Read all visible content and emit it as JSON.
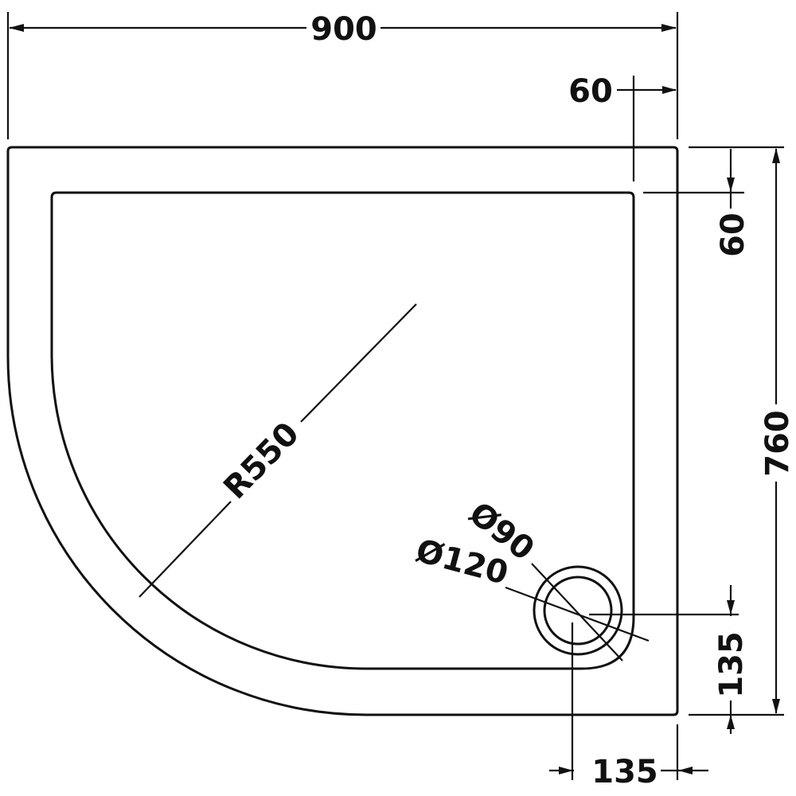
{
  "dimensions": {
    "overall_width": "900",
    "rim_top": "60",
    "rim_side": "60",
    "overall_depth": "760",
    "radius": "R550",
    "waste_inner_diameter": "Ø90",
    "waste_outer_diameter": "Ø120",
    "waste_offset_vertical": "135",
    "waste_offset_horizontal": "135"
  },
  "colors": {
    "ink": "#111111",
    "background": "#ffffff"
  }
}
